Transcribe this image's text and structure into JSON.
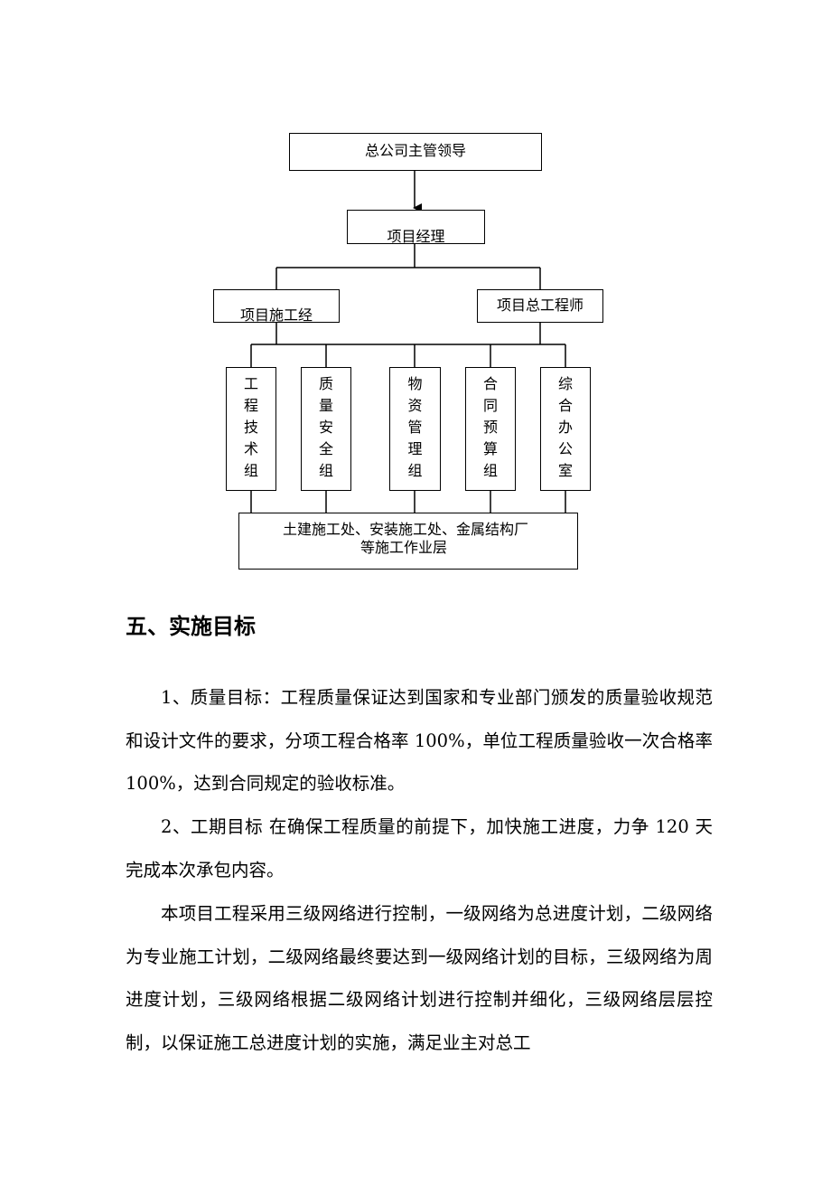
{
  "org_chart": {
    "top": "总公司主管领导",
    "manager": "项目经理",
    "construction_manager": "项目施工经",
    "chief_engineer": "项目总工程师",
    "groups": [
      "工程技术组",
      "质量安全组",
      "物资管理组",
      "合同预算组",
      "综合办公室"
    ],
    "bottom_line1": "土建施工处、安装施工处、金属结构厂",
    "bottom_line2": "等施工作业层"
  },
  "section": {
    "heading": "五、实施目标",
    "paragraphs": [
      "1、质量目标：工程质量保证达到国家和专业部门颁发的质量验收规范和设计文件的要求，分项工程合格率 100%，单位工程质量验收一次合格率 100%，达到合同规定的验收标准。",
      "2、工期目标 在确保工程质量的前提下，加快施工进度，力争 120 天完成本次承包内容。",
      "本项目工程采用三级网络进行控制，一级网络为总进度计划，二级网络为专业施工计划，二级网络最终要达到一级网络计划的目标，三级网络为周进度计划，三级网络根据二级网络计划进行控制并细化，三级网络层层控制，以保证施工总进度计划的实施，满足业主对总工"
    ]
  }
}
